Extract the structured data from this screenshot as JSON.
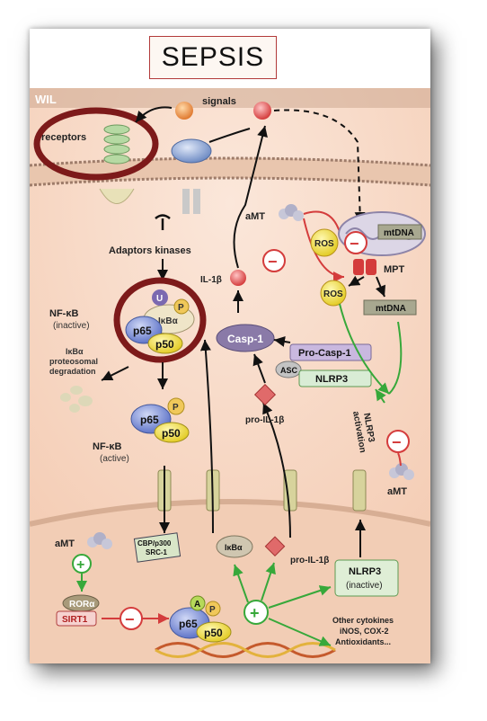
{
  "title": "SEPSIS",
  "header_fragment": "WIL",
  "labels": {
    "signals": "signals",
    "receptors": "receptors",
    "adaptors": "Adaptors kinases",
    "nfkb_inactive": "NF-κB",
    "nfkb_inactive_sub": "(inactive)",
    "ikba_deg_1": "IκBα",
    "ikba_deg_2": "proteosomal",
    "ikba_deg_3": "degradation",
    "nfkb_active": "NF-κB",
    "nfkb_active_sub": "(active)",
    "amt_top": "aMT",
    "amt_right": "aMT",
    "amt_left": "aMT",
    "il1b": "IL-1β",
    "ros1": "ROS",
    "ros2": "ROS",
    "mtdna1": "mtDNA",
    "mtdna2": "mtDNA",
    "mpt": "MPT",
    "casp1": "Casp-1",
    "pro_casp1": "Pro-Casp-1",
    "asc": "ASC",
    "nlrp3": "NLRP3",
    "pro_il1b_top": "pro-IL-1β",
    "pro_il1b_bottom": "pro-IL-1β",
    "nlrp3_activation_1": "NLRP3",
    "nlrp3_activation_2": "activation",
    "cbp_1": "CBP/p300",
    "cbp_2": "SRC-1",
    "ikba_small": "IκBα",
    "nlrp3_inactive_1": "NLRP3",
    "nlrp3_inactive_2": "(inactive)",
    "rora": "RORα",
    "sirt1": "SIRT1",
    "other_1": "Other cytokines",
    "other_2": "iNOS, COX-2",
    "other_3": "Antioxidants...",
    "u": "U",
    "p": "P",
    "a": "A",
    "p65": "p65",
    "p50": "p50",
    "ikba_complex": "IκBα",
    "minus": "−",
    "plus": "+"
  },
  "colors": {
    "background": "#f7dccb",
    "membrane": "#e9c6ae",
    "accent_red": "#d43c3c",
    "dark_red_circle": "#7d1a1a",
    "green": "#37a83a",
    "p65": "#7a8fd6",
    "p50": "#f0e04a",
    "casp1": "#8a7aa8",
    "nucleus": "#f4ccb2"
  }
}
